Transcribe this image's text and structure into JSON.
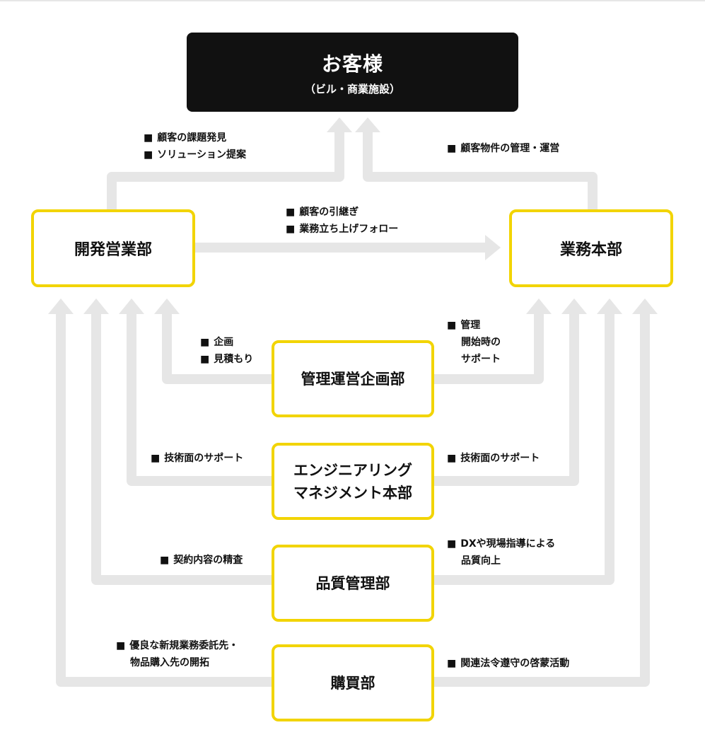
{
  "customer": {
    "title": "お客様",
    "subtitle": "（ビル・商業施設）"
  },
  "departments": {
    "sales": "開発営業部",
    "operations": "業務本部",
    "planning": "管理運営企画部",
    "engineering": [
      "エンジニアリング",
      "マネジメント本部"
    ],
    "quality": "品質管理部",
    "purchasing": "購買部"
  },
  "notes": {
    "sales_to_customer": [
      "顧客の課題発見",
      "ソリューション提案"
    ],
    "ops_to_customer": [
      "顧客物件の管理・運営"
    ],
    "sales_to_ops": [
      "顧客の引継ぎ",
      "業務立ち上げフォロー"
    ],
    "planning_left": [
      "企画",
      "見積もり"
    ],
    "planning_right": {
      "first": "管理",
      "rest": [
        "開始時の",
        "サポート"
      ]
    },
    "engineering_left": "技術面のサポート",
    "engineering_right": "技術面のサポート",
    "quality_left": "契約内容の精査",
    "quality_right": {
      "first": "DXや現場指導による",
      "rest": [
        "品質向上"
      ]
    },
    "purchasing_left": {
      "first": "優良な新規業務委託先・",
      "rest": [
        "物品購入先の開拓"
      ]
    },
    "purchasing_right": "関連法令遵守の啓蒙活動"
  },
  "colors": {
    "box_border": "#f2d400",
    "flow_line": "#e6e6e6",
    "customer_bg": "#111111"
  }
}
